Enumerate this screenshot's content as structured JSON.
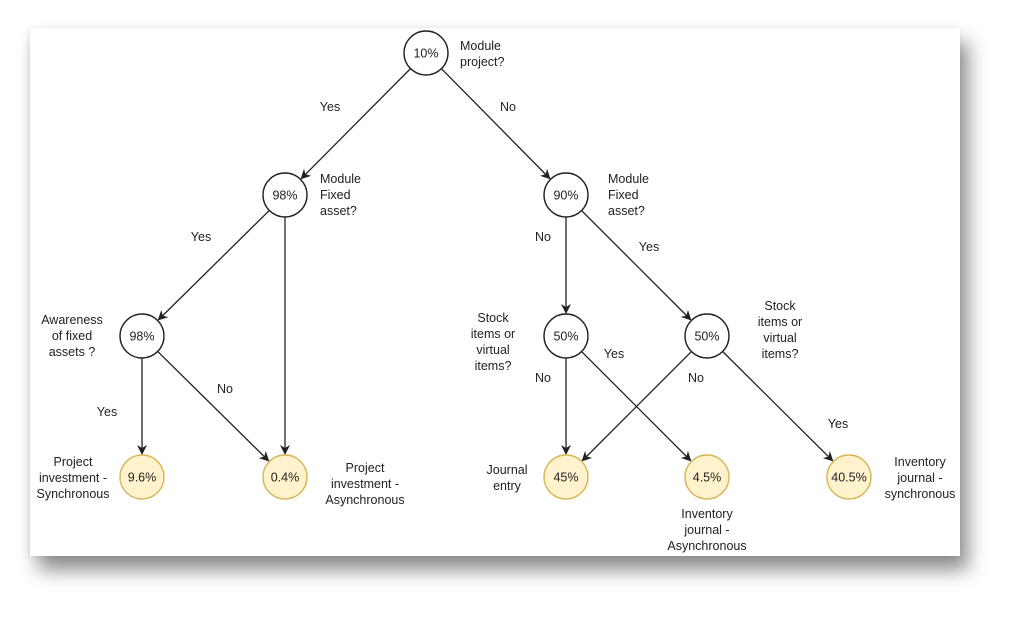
{
  "nodes": [
    {
      "id": "n1",
      "value": "10%",
      "kind": "decision",
      "label": [
        "Module",
        "project?"
      ]
    },
    {
      "id": "n2",
      "value": "98%",
      "kind": "decision",
      "label": [
        "Module",
        "Fixed",
        "asset?"
      ]
    },
    {
      "id": "n3",
      "value": "90%",
      "kind": "decision",
      "label": [
        "Module",
        "Fixed",
        "asset?"
      ]
    },
    {
      "id": "n4",
      "value": "98%",
      "kind": "decision",
      "label": [
        "Awareness",
        "of fixed",
        "assets ?"
      ]
    },
    {
      "id": "n5",
      "value": "50%",
      "kind": "decision",
      "label": [
        "Stock",
        "items or",
        "virtual",
        "items?"
      ]
    },
    {
      "id": "n6",
      "value": "50%",
      "kind": "decision",
      "label": [
        "Stock",
        "items or",
        "virtual",
        "items?"
      ]
    },
    {
      "id": "l1",
      "value": "9.6%",
      "kind": "outcome",
      "label": [
        "Project",
        "investment -",
        "Synchronous"
      ]
    },
    {
      "id": "l2",
      "value": "0.4%",
      "kind": "outcome",
      "label": [
        "Project",
        "investment -",
        "Asynchronous"
      ]
    },
    {
      "id": "l3",
      "value": "45%",
      "kind": "outcome",
      "label": [
        "Journal",
        "entry"
      ]
    },
    {
      "id": "l4",
      "value": "4.5%",
      "kind": "outcome",
      "label": [
        "Inventory",
        "journal -",
        "Asynchronous"
      ]
    },
    {
      "id": "l5",
      "value": "40.5%",
      "kind": "outcome",
      "label": [
        "Inventory",
        "journal -",
        "synchronous"
      ]
    }
  ],
  "edges": [
    {
      "from": "n1",
      "to": "n2",
      "label": "Yes"
    },
    {
      "from": "n1",
      "to": "n3",
      "label": "No"
    },
    {
      "from": "n2",
      "to": "n4",
      "label": "Yes"
    },
    {
      "from": "n2",
      "to": "l2",
      "label": ""
    },
    {
      "from": "n4",
      "to": "l1",
      "label": "Yes"
    },
    {
      "from": "n4",
      "to": "l2",
      "label": "No"
    },
    {
      "from": "n3",
      "to": "n5",
      "label": "No"
    },
    {
      "from": "n3",
      "to": "n6",
      "label": "Yes"
    },
    {
      "from": "n5",
      "to": "l3",
      "label": "No"
    },
    {
      "from": "n5",
      "to": "l4",
      "label": "Yes"
    },
    {
      "from": "n6",
      "to": "l3",
      "label": "No"
    },
    {
      "from": "n6",
      "to": "l5",
      "label": "Yes"
    }
  ],
  "colors": {
    "decision_fill": "#ffffff",
    "decision_stroke": "#222222",
    "outcome_fill": "#fff2cc",
    "outcome_stroke": "#d6b656",
    "edge": "#222222"
  }
}
